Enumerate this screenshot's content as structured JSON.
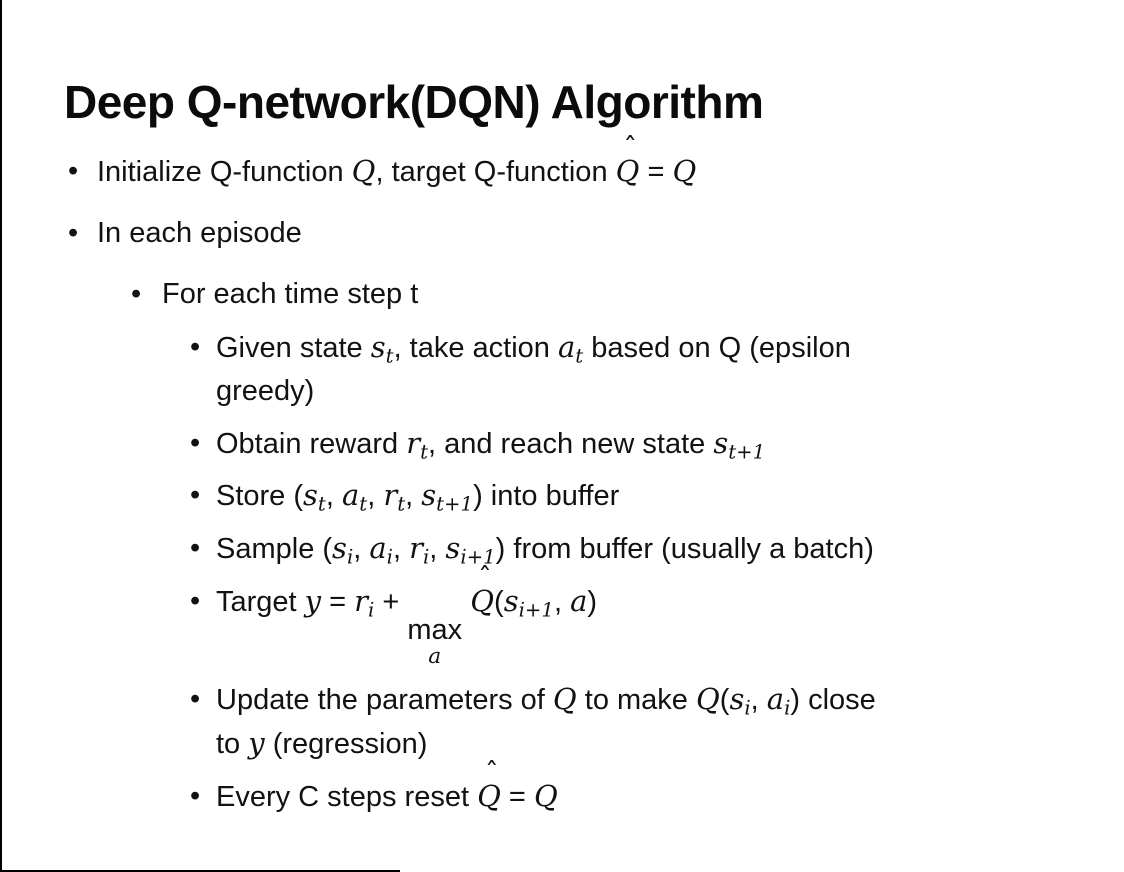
{
  "page": {
    "title": "Deep Q-network(DQN) Algorithm"
  },
  "glyphs": {
    "bullet": "•",
    "hat": "ˆ"
  },
  "colors": {
    "background": "#ffffff",
    "text": "#121212",
    "edge": "#000000"
  },
  "bullets": [
    {
      "level": 1,
      "segments": [
        {
          "k": "t",
          "v": "Initialize Q-function "
        },
        {
          "k": "m",
          "v": "Q"
        },
        {
          "k": "t",
          "v": ", target Q-function "
        },
        {
          "k": "mhat",
          "v": "Q"
        },
        {
          "k": "t",
          "v": " = "
        },
        {
          "k": "m",
          "v": "Q"
        }
      ]
    },
    {
      "level": 1,
      "segments": [
        {
          "k": "t",
          "v": "In each episode"
        }
      ]
    },
    {
      "level": 2,
      "segments": [
        {
          "k": "t",
          "v": "For each time step t"
        }
      ]
    },
    {
      "level": 3,
      "segments": [
        {
          "k": "t",
          "v": "Given state "
        },
        {
          "k": "msub",
          "v": "s",
          "sub": "t"
        },
        {
          "k": "t",
          "v": ", take action "
        },
        {
          "k": "msub",
          "v": "a",
          "sub": "t"
        },
        {
          "k": "t",
          "v": " based on Q (epsilon"
        },
        {
          "k": "br"
        },
        {
          "k": "t",
          "v": "greedy)"
        }
      ]
    },
    {
      "level": 3,
      "segments": [
        {
          "k": "t",
          "v": "Obtain reward "
        },
        {
          "k": "msub",
          "v": "r",
          "sub": "t"
        },
        {
          "k": "t",
          "v": ", and reach new state "
        },
        {
          "k": "msub",
          "v": "s",
          "sub": "t+1"
        }
      ]
    },
    {
      "level": 3,
      "segments": [
        {
          "k": "t",
          "v": "Store ("
        },
        {
          "k": "msub",
          "v": "s",
          "sub": "t"
        },
        {
          "k": "t",
          "v": ", "
        },
        {
          "k": "msub",
          "v": "a",
          "sub": "t"
        },
        {
          "k": "t",
          "v": ", "
        },
        {
          "k": "msub",
          "v": "r",
          "sub": "t"
        },
        {
          "k": "t",
          "v": ", "
        },
        {
          "k": "msub",
          "v": "s",
          "sub": "t+1"
        },
        {
          "k": "t",
          "v": ") into buffer"
        }
      ]
    },
    {
      "level": 3,
      "segments": [
        {
          "k": "t",
          "v": "Sample ("
        },
        {
          "k": "msub",
          "v": "s",
          "sub": "i"
        },
        {
          "k": "t",
          "v": ", "
        },
        {
          "k": "msub",
          "v": "a",
          "sub": "i"
        },
        {
          "k": "t",
          "v": ", "
        },
        {
          "k": "msub",
          "v": "r",
          "sub": "i"
        },
        {
          "k": "t",
          "v": ", "
        },
        {
          "k": "msub",
          "v": "s",
          "sub": "i+1"
        },
        {
          "k": "t",
          "v": ") from buffer (usually a batch)"
        }
      ]
    },
    {
      "level": 3,
      "segments": [
        {
          "k": "t",
          "v": "Target "
        },
        {
          "k": "m",
          "v": "y"
        },
        {
          "k": "t",
          "v": " = "
        },
        {
          "k": "msub",
          "v": "r",
          "sub": "i"
        },
        {
          "k": "t",
          "v": " + "
        },
        {
          "k": "max",
          "v": "max",
          "under": "a"
        },
        {
          "k": "t",
          "v": " "
        },
        {
          "k": "mhat",
          "v": "Q"
        },
        {
          "k": "t",
          "v": "("
        },
        {
          "k": "msub",
          "v": "s",
          "sub": "i+1"
        },
        {
          "k": "t",
          "v": ", "
        },
        {
          "k": "m",
          "v": "a"
        },
        {
          "k": "t",
          "v": ")"
        }
      ]
    },
    {
      "level": 3,
      "segments": [
        {
          "k": "t",
          "v": "Update the parameters of "
        },
        {
          "k": "m",
          "v": "Q"
        },
        {
          "k": "t",
          "v": " to make "
        },
        {
          "k": "m",
          "v": "Q"
        },
        {
          "k": "t",
          "v": "("
        },
        {
          "k": "msub",
          "v": "s",
          "sub": "i"
        },
        {
          "k": "t",
          "v": ", "
        },
        {
          "k": "msub",
          "v": "a",
          "sub": "i"
        },
        {
          "k": "t",
          "v": ") close"
        },
        {
          "k": "br"
        },
        {
          "k": "t",
          "v": "to "
        },
        {
          "k": "m",
          "v": "y"
        },
        {
          "k": "t",
          "v": " (regression)"
        }
      ]
    },
    {
      "level": 3,
      "segments": [
        {
          "k": "t",
          "v": "Every C steps reset "
        },
        {
          "k": "mhat",
          "v": "Q"
        },
        {
          "k": "t",
          "v": " = "
        },
        {
          "k": "m",
          "v": "Q"
        }
      ]
    }
  ]
}
